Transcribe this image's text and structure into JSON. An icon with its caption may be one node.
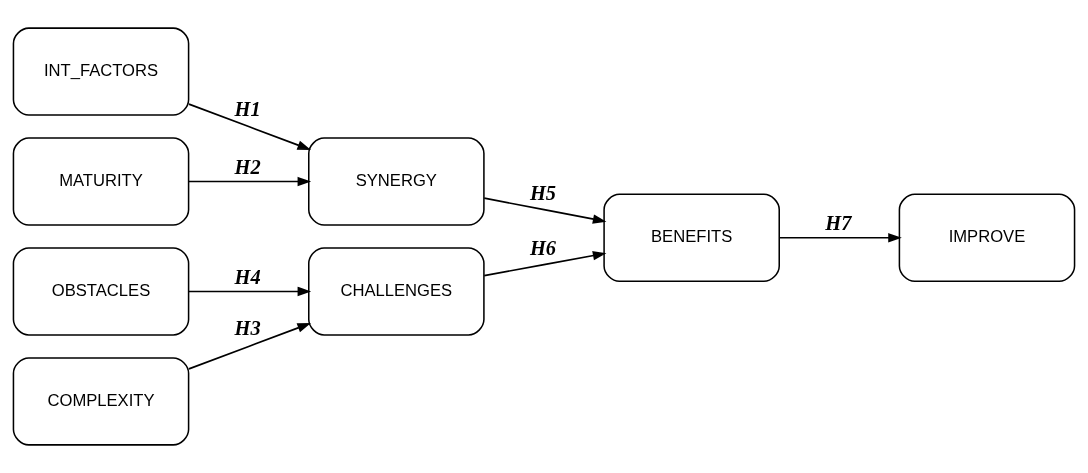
{
  "diagram": {
    "nodes": [
      {
        "text": [
          "INT_FACTORS"
        ]
      },
      {
        "text": [
          "MATURITY"
        ]
      },
      {
        "text": [
          "SYNERGY"
        ]
      },
      {
        "text": [
          "COMPLEXITY"
        ]
      },
      {
        "text": [
          "OBSTACLES"
        ]
      },
      {
        "text": [
          "CHALLENGES"
        ]
      },
      {
        "text": [
          "BENEFITS"
        ]
      },
      {
        "text": [
          "IMPROVE"
        ]
      }
    ],
    "edges": [
      {
        "from": 0,
        "to": 2,
        "arrow": "to",
        "label": "H1"
      },
      {
        "from": 1,
        "to": 2,
        "arrow": "to",
        "label": "H2"
      },
      {
        "from": 3,
        "to": 5,
        "arrow": "to",
        "label": "H3"
      },
      {
        "from": 4,
        "to": 5,
        "arrow": "to",
        "label": "H4"
      },
      {
        "from": 2,
        "to": 6,
        "arrow": "to",
        "label": "H5"
      },
      {
        "from": 5,
        "to": 6,
        "arrow": "to",
        "label": "H6"
      },
      {
        "from": 6,
        "to": 7,
        "arrow": "to",
        "label": "H7"
      }
    ]
  }
}
